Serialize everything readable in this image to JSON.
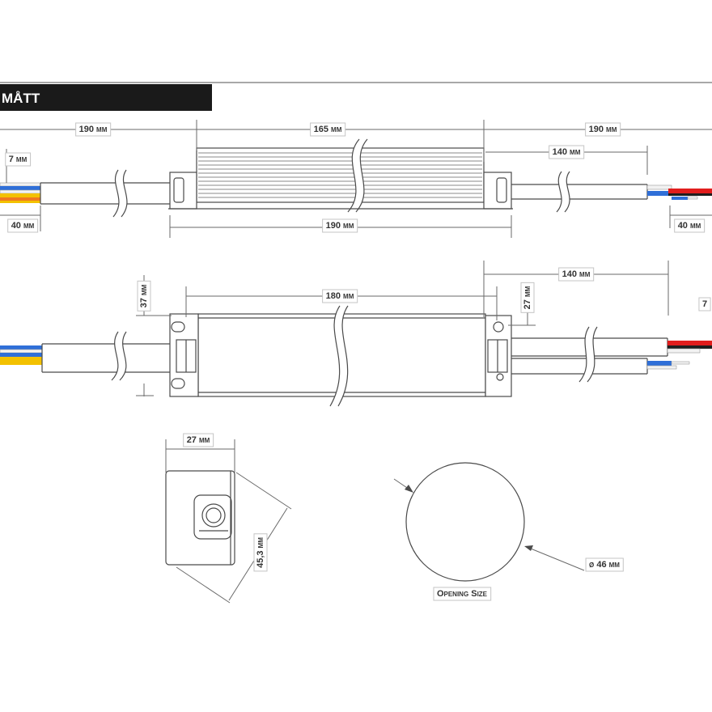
{
  "header": {
    "title": "MÅTT"
  },
  "top_view": {
    "left_cable": "190 mm",
    "body": "165 mm",
    "right_cable": "190 mm",
    "left_strip": "7 mm",
    "right_sheath": "140 mm",
    "left_wires": "40 mm",
    "overall": "190 mm",
    "right_wires": "40 mm"
  },
  "side_view": {
    "height": "37 mm",
    "length": "180 mm",
    "right_sheath": "140 mm",
    "tab": "27 mm",
    "right_strip": "7"
  },
  "end_view": {
    "width": "27 mm",
    "diagonal": "45,3 mm"
  },
  "opening": {
    "diameter": "ø 46 mm",
    "label": "Opening Size"
  },
  "colors": {
    "header_bg": "#1a1a1a",
    "wire_blue": "#2f6fd8",
    "wire_yellow": "#f3c100",
    "wire_orange": "#f07820",
    "wire_red": "#e11d1d",
    "wire_black": "#1e1e1e",
    "wire_white": "#f2f2f2"
  }
}
